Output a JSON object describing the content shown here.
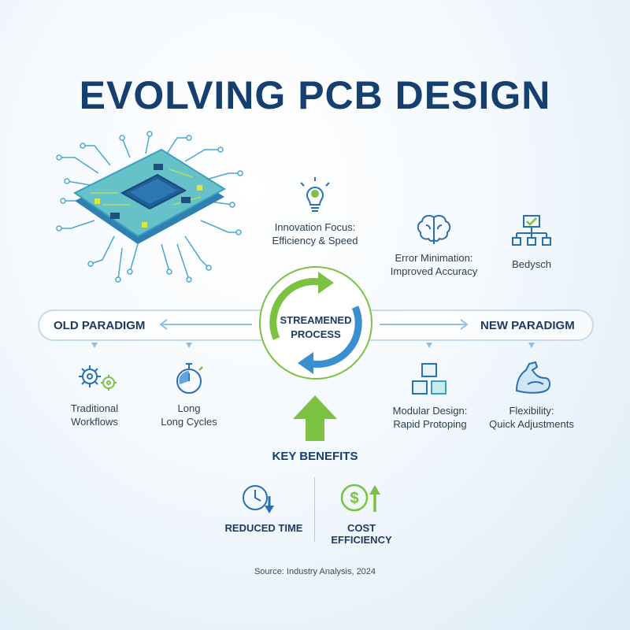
{
  "title": "EVOLVING PCB DESIGN",
  "top_nodes": [
    {
      "line1": "Innovation Focus:",
      "line2": "Efficiency & Speed",
      "icon": "lightbulb-icon"
    },
    {
      "line1": "Error Minimation:",
      "line2": "Improved Accuracy",
      "icon": "brain-icon"
    },
    {
      "line1": "Bedysch",
      "line2": "",
      "icon": "hierarchy-check-icon"
    }
  ],
  "paradigm": {
    "old": "OLD PARADIGM",
    "new": "NEW PARADIGM"
  },
  "center": {
    "line1": "STREAMENED",
    "line2": "PROCESS"
  },
  "old_items": [
    {
      "line1": "Traditional",
      "line2": "Workflows",
      "icon": "gears-icon"
    },
    {
      "line1": "Long",
      "line2": "Long Cycles",
      "icon": "stopwatch-icon"
    }
  ],
  "new_items": [
    {
      "line1": "Modular Design:",
      "line2": "Rapid Protoping",
      "icon": "cubes-icon"
    },
    {
      "line1": "Flexibility:",
      "line2": "Quick Adjustments",
      "icon": "flexed-arm-icon"
    }
  ],
  "key_benefits": "KEY BENEFITS",
  "benefits": [
    {
      "label": "REDUCED TIME",
      "icon": "clock-down-icon"
    },
    {
      "label": "COST EFFICIENCY",
      "icon": "dollar-up-icon"
    }
  ],
  "source": "Source: Industry Analysis, 2024",
  "colors": {
    "navy": "#143f6e",
    "blue": "#3a8fd1",
    "green": "#7cc242",
    "teal": "#5ec8c0"
  }
}
